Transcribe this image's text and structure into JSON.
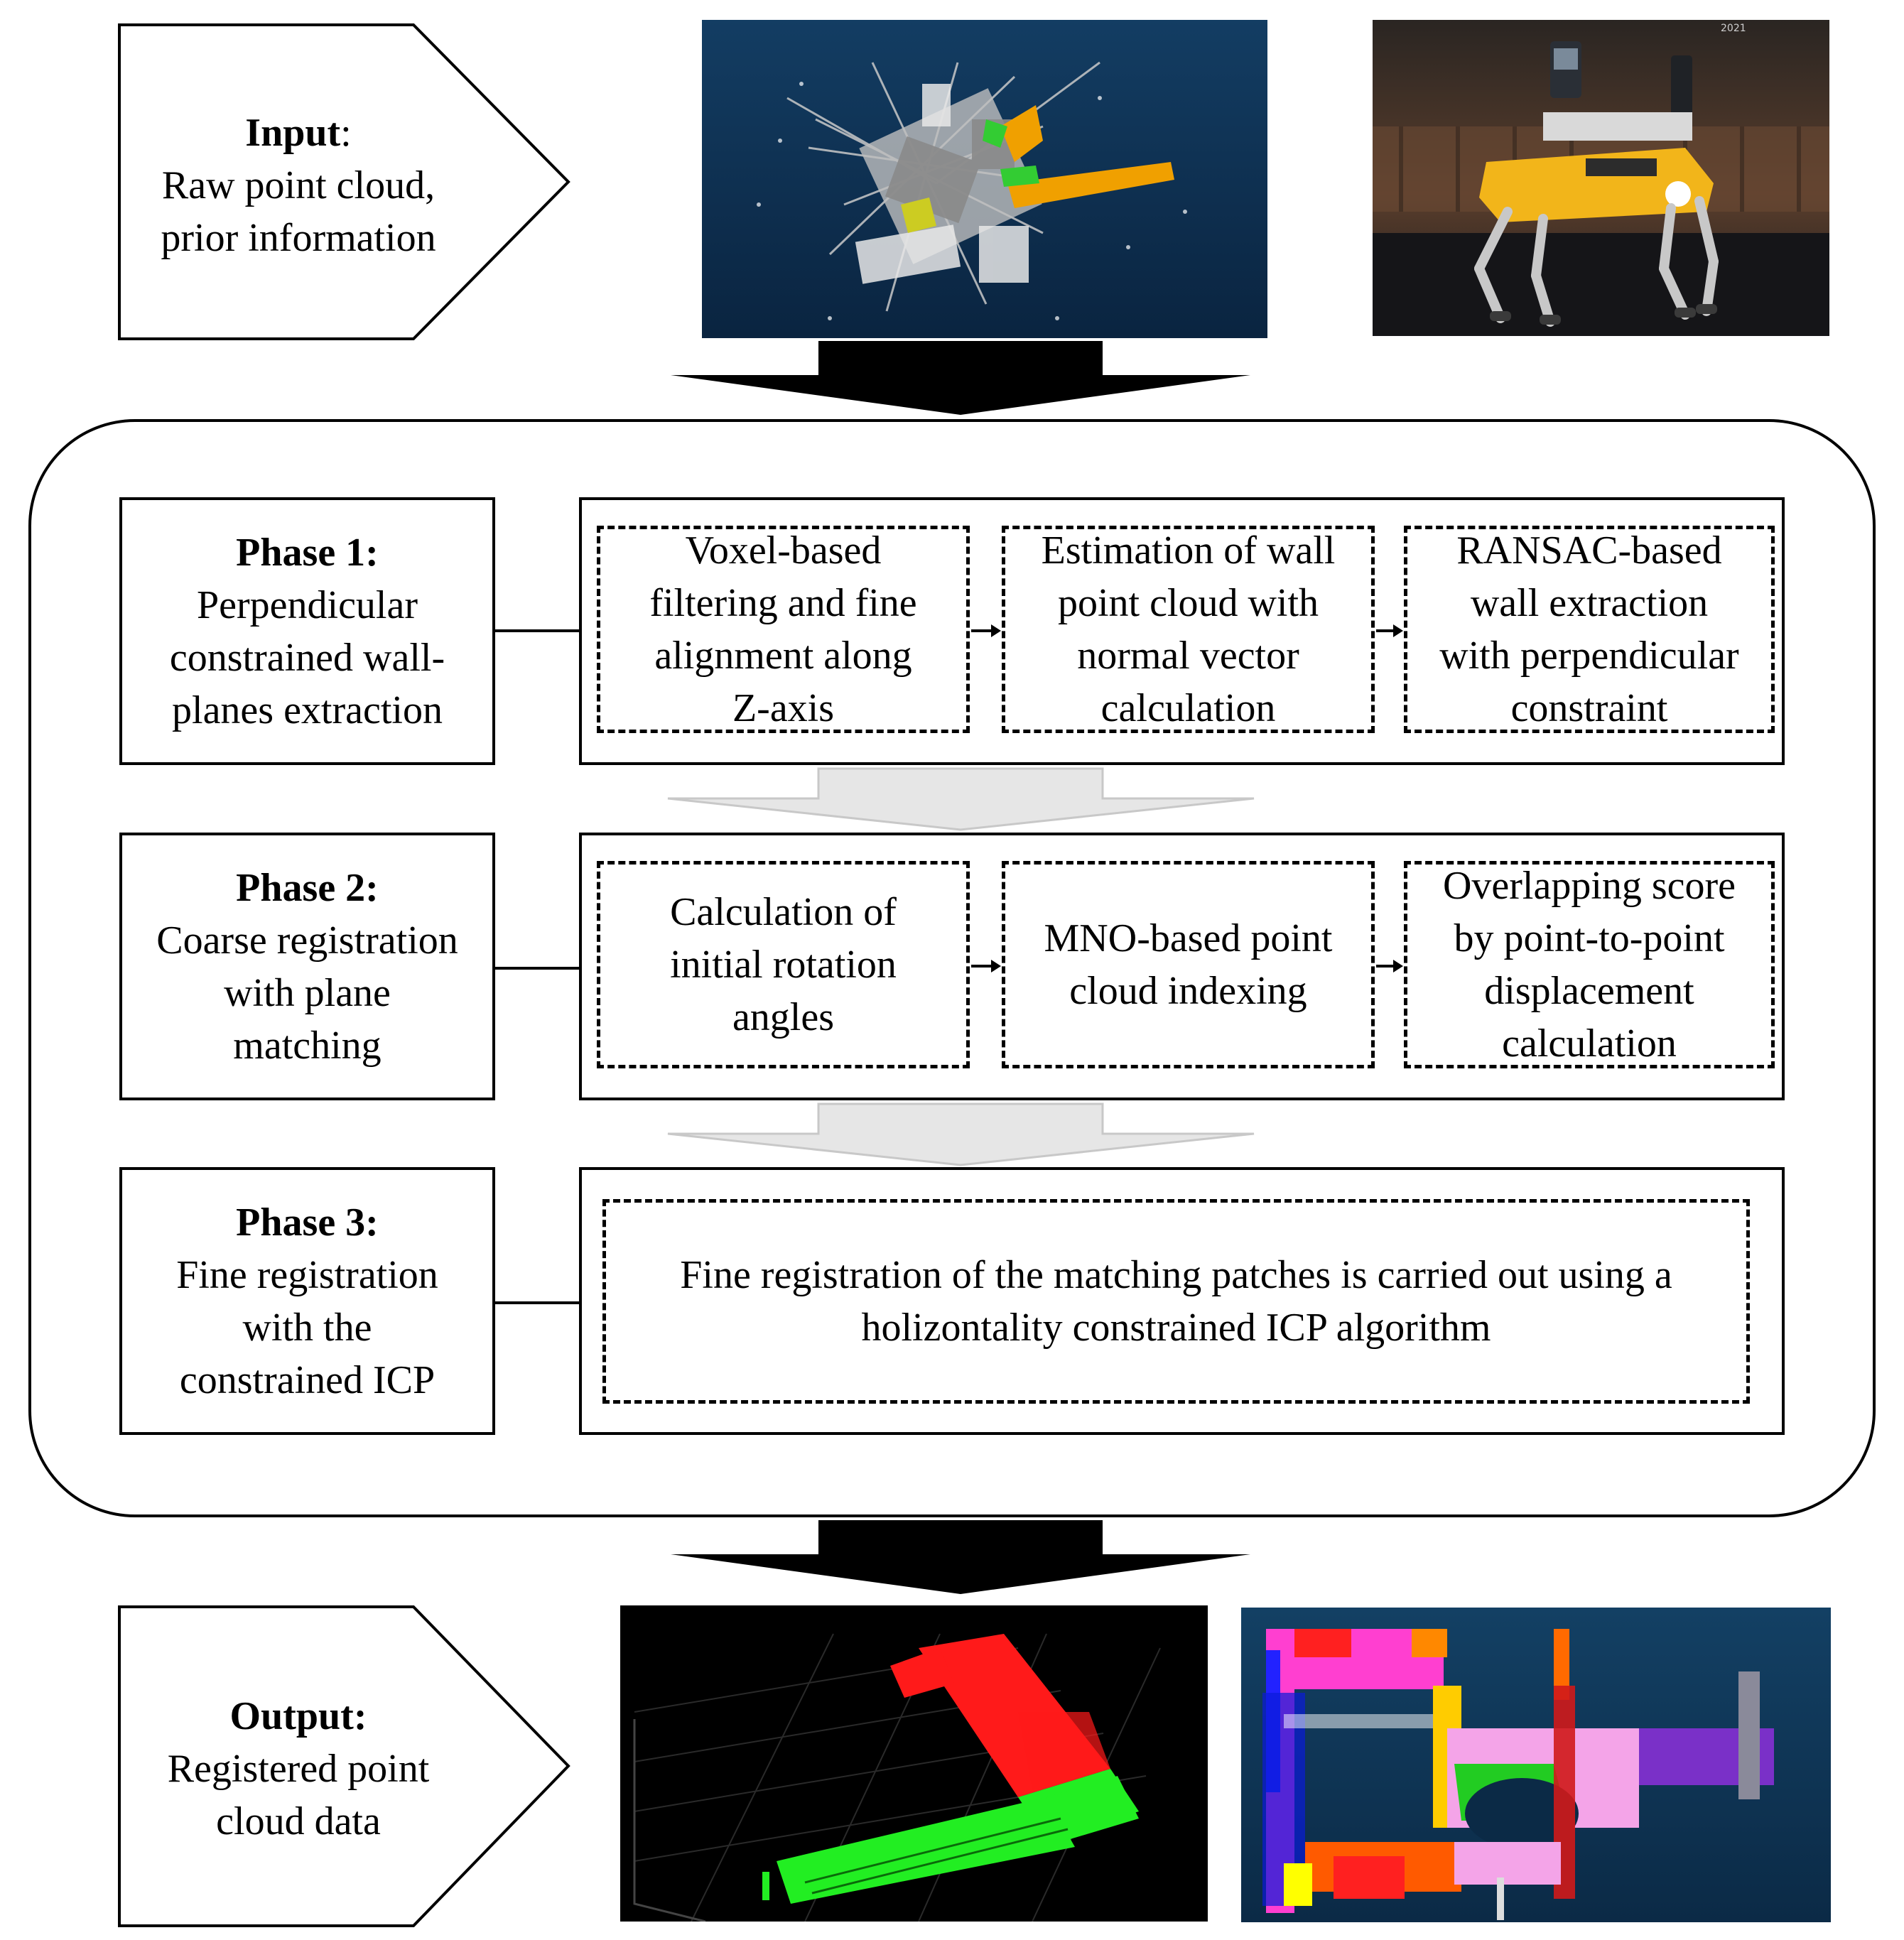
{
  "input": {
    "title": "Input",
    "title_suffix": ":",
    "lines": [
      "Raw point cloud,",
      "prior information"
    ]
  },
  "output": {
    "title": "Output:",
    "lines": [
      "Registered point",
      "cloud data"
    ]
  },
  "phases": [
    {
      "title": "Phase 1:",
      "lines": [
        "Perpendicular",
        "constrained wall-",
        "planes extraction"
      ],
      "steps": [
        [
          "Voxel-based",
          "filtering and fine",
          "alignment along",
          "Z-axis"
        ],
        [
          "Estimation of wall",
          "point cloud with",
          "normal vector",
          "calculation"
        ],
        [
          "RANSAC-based",
          "wall extraction",
          "with perpendicular",
          "constraint"
        ]
      ]
    },
    {
      "title": "Phase 2:",
      "lines": [
        "Coarse registration",
        "with plane",
        "matching"
      ],
      "steps": [
        [
          "Calculation of",
          "initial rotation",
          "angles"
        ],
        [
          "MNO-based point",
          "cloud indexing"
        ],
        [
          "Overlapping score",
          "by point-to-point",
          "displacement",
          "calculation"
        ]
      ]
    },
    {
      "title": "Phase 3:",
      "lines": [
        "Fine registration",
        "with the",
        "constrained ICP"
      ],
      "steps": [
        [
          "Fine registration of the matching patches is carried out using a",
          "holizontality constrained ICP algorithm"
        ]
      ]
    }
  ],
  "photo_caption": {
    "year": "2021"
  },
  "colors": {
    "big_arrow": "#000000",
    "gray_arrow_fill": "#e6e6e6",
    "gray_arrow_stroke": "#c8c8c8",
    "cloud_bg_top": "#0f3a5c",
    "cloud_bg_bottom": "#0a2a48",
    "output_green": "#22ee22",
    "output_red": "#ff1a1a"
  }
}
